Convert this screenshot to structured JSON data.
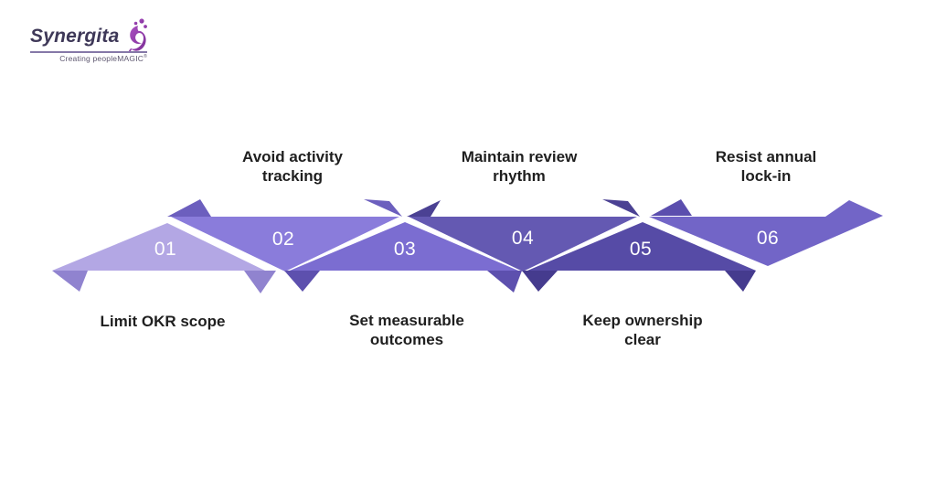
{
  "logo": {
    "brand": "Synergita",
    "tagline": "Creating peopleMAGIC",
    "registered_mark": "®",
    "brand_color": "#3e3858",
    "icon_color_dark": "#7d2f96",
    "icon_color_light": "#a94fc0"
  },
  "diagram": {
    "background_color": "#ffffff",
    "number_text_color": "#ffffff",
    "label_text_color": "#1f1f1f",
    "steps": [
      {
        "number": "01",
        "label": "Limit OKR scope",
        "label_position": "below",
        "color": "#b3a7e4",
        "fold_color": "#9083cf"
      },
      {
        "number": "02",
        "label": "Avoid activity\ntracking",
        "label_position": "above",
        "color": "#8a7cdb",
        "fold_color": "#6c5fbe"
      },
      {
        "number": "03",
        "label": "Set measurable\noutcomes",
        "label_position": "below",
        "color": "#7b6dd1",
        "fold_color": "#5d50ae"
      },
      {
        "number": "04",
        "label": "Maintain review\nrhythm",
        "label_position": "above",
        "color": "#6459b2",
        "fold_color": "#4b4193"
      },
      {
        "number": "05",
        "label": "Keep ownership\nclear",
        "label_position": "below",
        "color": "#564ba6",
        "fold_color": "#453b8e"
      },
      {
        "number": "06",
        "label": "Resist annual\nlock-in",
        "label_position": "above",
        "color": "#7265c7",
        "fold_color": "#5b4eae"
      }
    ]
  }
}
